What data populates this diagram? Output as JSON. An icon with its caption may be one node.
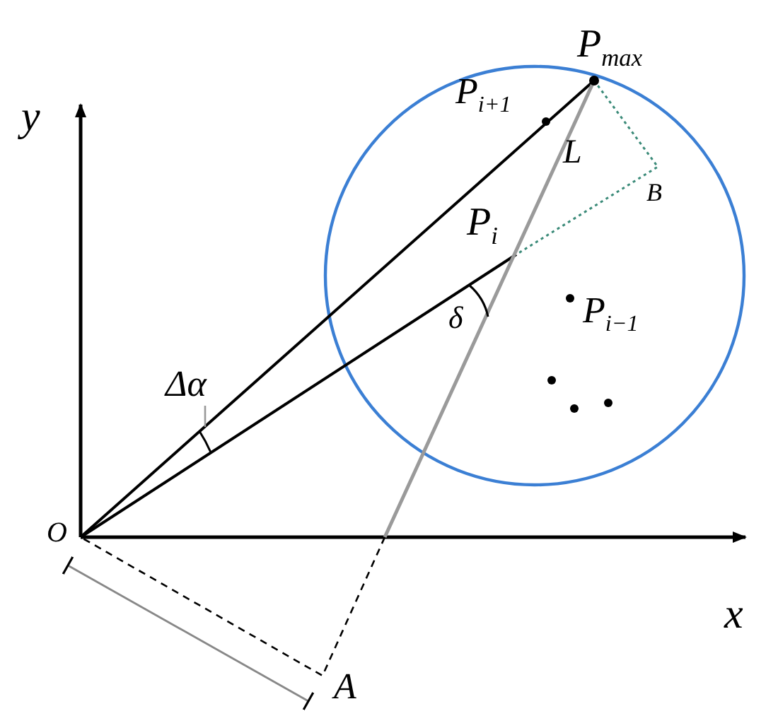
{
  "diagram": {
    "labels": [
      "y",
      "P$_{max}$",
      "P$_{i+1}$",
      "L",
      "B",
      "P$_{i}$",
      "δ",
      "P$_{i−1}$",
      "Δα",
      "O",
      "x",
      "A"
    ]
  }
}
